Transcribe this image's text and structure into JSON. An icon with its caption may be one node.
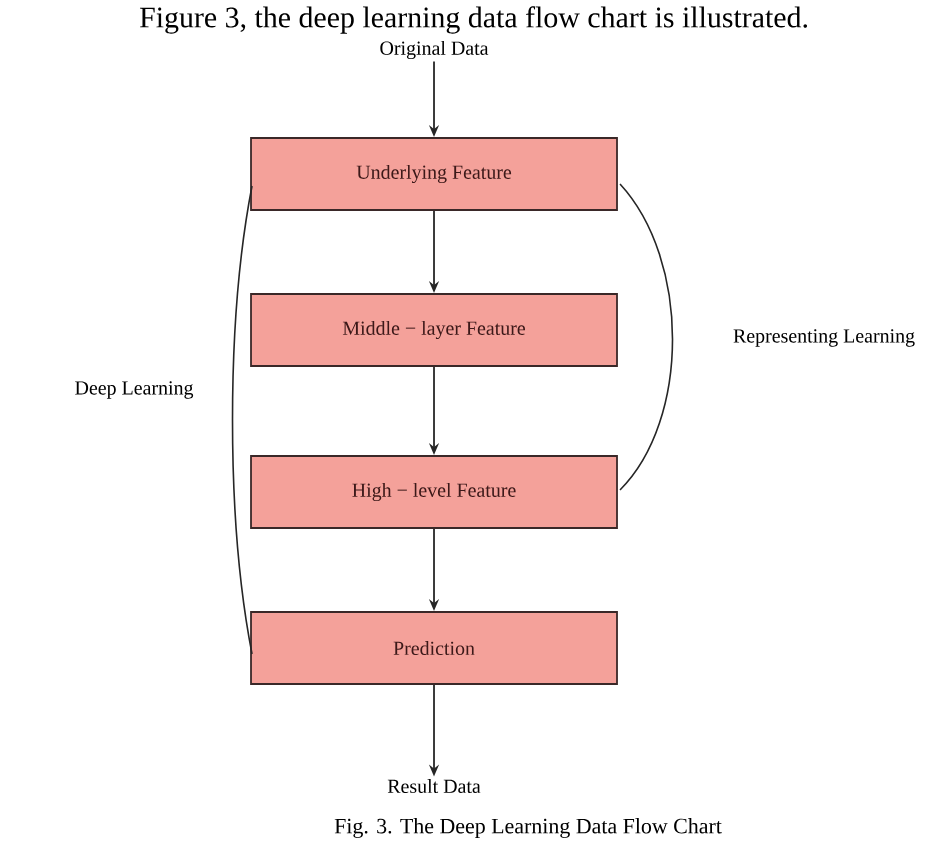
{
  "diagram": {
    "title": "Figure 3, the deep learning data flow chart is illustrated.",
    "caption": "Fig. 3. The Deep Learning Data Flow Chart",
    "nodes": [
      {
        "text": [
          "Original Data"
        ]
      },
      {
        "text": [
          "Underlying Feature"
        ]
      },
      {
        "text": [
          "Middle − layer Feature"
        ]
      },
      {
        "text": [
          "High − level Feature"
        ]
      },
      {
        "text": [
          "Prediction"
        ]
      },
      {
        "text": [
          "Result Data"
        ]
      }
    ],
    "edges": [
      {
        "from": 0,
        "to": 1,
        "arrow": "to"
      },
      {
        "from": 1,
        "to": 2,
        "arrow": "to"
      },
      {
        "from": 2,
        "to": 3,
        "arrow": "to"
      },
      {
        "from": 3,
        "to": 4,
        "arrow": "to"
      },
      {
        "from": 4,
        "to": 5,
        "arrow": "to"
      }
    ],
    "labels": [
      "Deep Learning",
      "Representing Learning"
    ]
  }
}
